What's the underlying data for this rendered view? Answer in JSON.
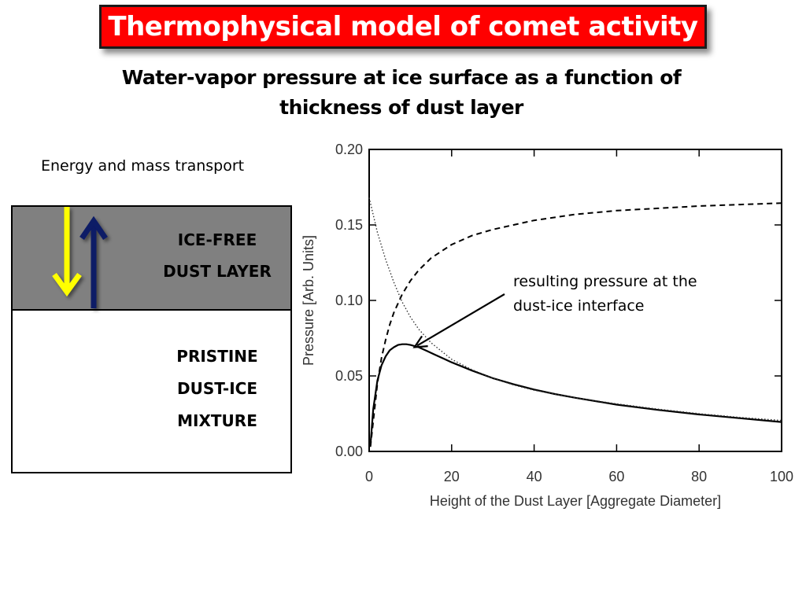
{
  "slide": {
    "title": "Thermophysical model of comet activity",
    "subtitle_line1": "Water-vapor pressure at ice surface as a function of",
    "subtitle_line2": "thickness of dust layer"
  },
  "diagram": {
    "transport_label": "Energy and mass transport",
    "dust_layer_line1": "ICE-FREE",
    "dust_layer_line2": "DUST LAYER",
    "ice_line1": "PRISTINE",
    "ice_line2": "DUST-ICE",
    "ice_line3": "MIXTURE",
    "colors": {
      "dust_layer": "#808080",
      "down_arrow": "#ffff00",
      "up_arrow": "#0d1a66"
    },
    "icons": [
      "energy-down-arrow-icon",
      "mass-up-arrow-icon"
    ]
  },
  "chart_data": {
    "type": "line",
    "xlabel": "Height of the Dust Layer [Aggregate Diameter]",
    "ylabel": "Pressure [Arb. Units]",
    "xlim": [
      0,
      100
    ],
    "ylim": [
      0,
      0.2
    ],
    "xticks": [
      0,
      20,
      40,
      60,
      80,
      100
    ],
    "yticks": [
      0.0,
      0.05,
      0.1,
      0.15,
      0.2
    ],
    "ytick_labels": [
      "0.00",
      "0.05",
      "0.10",
      "0.15",
      "0.20"
    ],
    "grid": false,
    "annotation": {
      "text_line1": "resulting pressure at the",
      "text_line2": "dust-ice interface",
      "points_to": [
        11,
        0.069
      ]
    },
    "series": [
      {
        "style": "solid",
        "x": [
          0.3,
          1,
          2,
          3,
          4,
          5,
          6,
          7,
          8,
          9,
          10,
          12,
          14,
          16,
          18,
          20,
          25,
          30,
          35,
          40,
          45,
          50,
          60,
          70,
          80,
          90,
          100
        ],
        "y": [
          0.004,
          0.028,
          0.047,
          0.057,
          0.063,
          0.067,
          0.069,
          0.0705,
          0.071,
          0.071,
          0.0705,
          0.069,
          0.0665,
          0.064,
          0.0615,
          0.059,
          0.0535,
          0.0485,
          0.0445,
          0.041,
          0.038,
          0.0355,
          0.031,
          0.0275,
          0.0245,
          0.022,
          0.0195
        ]
      },
      {
        "style": "dashed",
        "x": [
          0.3,
          1,
          2,
          3,
          4,
          5,
          6,
          8,
          10,
          12,
          15,
          20,
          25,
          30,
          40,
          50,
          60,
          70,
          80,
          90,
          100
        ],
        "y": [
          0.003,
          0.02,
          0.045,
          0.062,
          0.074,
          0.084,
          0.092,
          0.104,
          0.113,
          0.12,
          0.128,
          0.137,
          0.143,
          0.147,
          0.153,
          0.157,
          0.1595,
          0.161,
          0.1625,
          0.1635,
          0.1645
        ]
      },
      {
        "style": "dotted",
        "x": [
          0,
          2,
          4,
          6,
          8,
          10,
          12,
          15,
          20,
          25,
          30,
          35,
          40,
          50,
          60,
          70,
          80,
          90,
          100
        ],
        "y": [
          0.168,
          0.145,
          0.127,
          0.112,
          0.099,
          0.089,
          0.081,
          0.072,
          0.061,
          0.054,
          0.0485,
          0.044,
          0.0405,
          0.0355,
          0.0315,
          0.028,
          0.025,
          0.0225,
          0.0205
        ]
      }
    ]
  }
}
